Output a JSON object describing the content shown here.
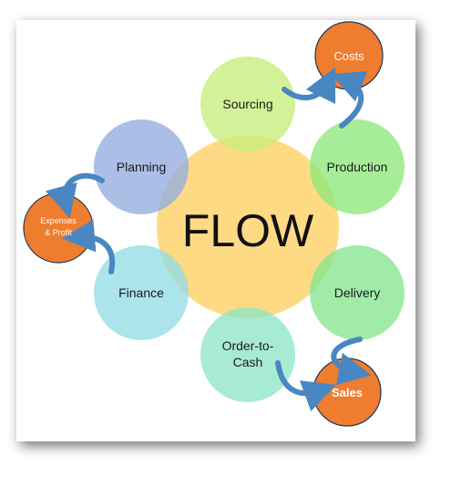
{
  "diagram": {
    "center": {
      "label": "FLOW",
      "color": "#FFD36E"
    },
    "stages": [
      {
        "id": "sourcing",
        "label": "Sourcing",
        "color": "#C6EE7A"
      },
      {
        "id": "production",
        "label": "Production",
        "color": "#8EE87A"
      },
      {
        "id": "delivery",
        "label": "Delivery",
        "color": "#86E58F"
      },
      {
        "id": "order",
        "label": "Order-to-",
        "label2": "Cash",
        "color": "#8FE6C6"
      },
      {
        "id": "finance",
        "label": "Finance",
        "color": "#93DCE6"
      },
      {
        "id": "planning",
        "label": "Planning",
        "color": "#93ADDF"
      }
    ],
    "outcomes": [
      {
        "id": "costs",
        "label": "Costs",
        "color": "#EE7D2F"
      },
      {
        "id": "sales",
        "label": "Sales",
        "color": "#EE7D2F"
      },
      {
        "id": "expenses",
        "label": "Expenses",
        "label2": "& Profit",
        "color": "#EE7D2F"
      }
    ],
    "arrow_color": "#4A86C2",
    "outline_color": "#1F3550"
  }
}
